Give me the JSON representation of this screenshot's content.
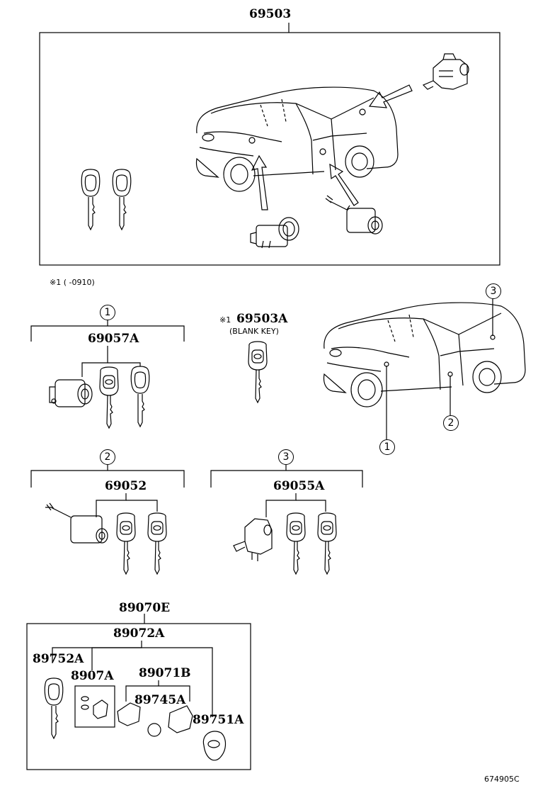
{
  "labels": {
    "top_assembly": "69503",
    "note_text": "※1 (        -0910)",
    "group1_circle": "1",
    "group1_part": "69057A",
    "blank_prefix": "※1",
    "blank_part": "69503A",
    "blank_desc": "(BLANK KEY)",
    "car_callout_1": "1",
    "car_callout_2": "2",
    "car_callout_3": "3",
    "group2_circle": "2",
    "group2_part": "69052",
    "group3_circle": "3",
    "group3_part": "69055A",
    "kit_part": "89070E",
    "kit_sub_part": "89072A",
    "key_blank_part": "89752A",
    "chip_part": "8907A",
    "case_part": "89071B",
    "battery_part": "89745A",
    "cover_part": "89751A",
    "figure_code": "674905C"
  }
}
